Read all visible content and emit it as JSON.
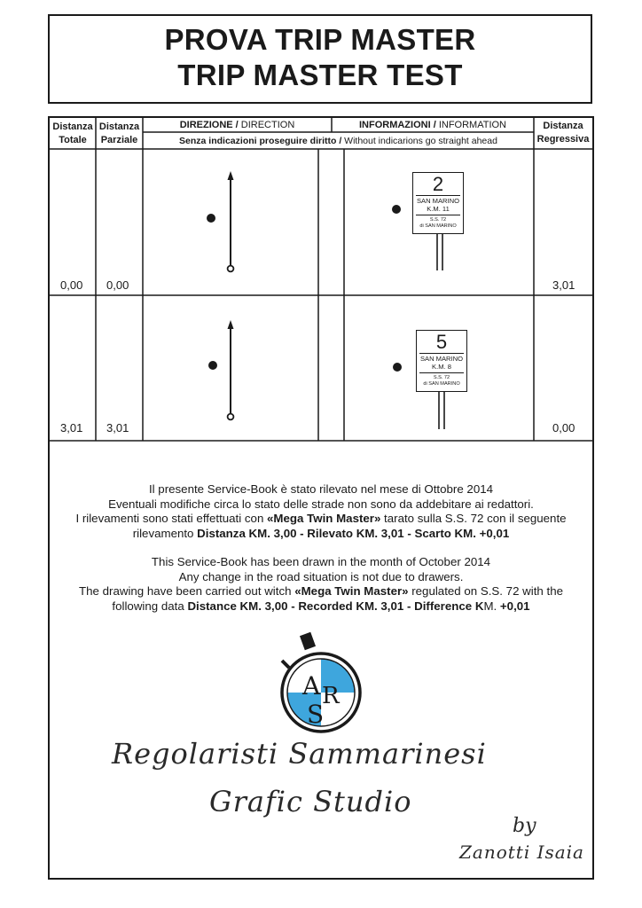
{
  "title": {
    "line1": "PROVA TRIP MASTER",
    "line2": "TRIP MASTER TEST"
  },
  "table_header": {
    "distanza_totale": [
      "Distanza",
      "Totale"
    ],
    "distanza_parziale": [
      "Distanza",
      "Parziale"
    ],
    "direzione_bold": "DIREZIONE /",
    "direzione_light": " DIRECTION",
    "informazioni_bold": "INFORMAZIONI /",
    "informazioni_light": " INFORMATION",
    "note_bold": "Senza indicazioni proseguire diritto /",
    "note_light": " Without indicarions go straight ahead",
    "distanza_regressiva": [
      "Distanza",
      "Regressiva"
    ]
  },
  "rows": [
    {
      "totale": "0,00",
      "parziale": "0,00",
      "regressiva": "3,01",
      "sign": {
        "number": "2",
        "line1": "SAN MARINO",
        "line2": "K.M. 11",
        "road1": "S.S. 72",
        "road2": "di SAN MARINO"
      }
    },
    {
      "totale": "3,01",
      "parziale": "3,01",
      "regressiva": "0,00",
      "sign": {
        "number": "5",
        "line1": "SAN MARINO",
        "line2": "K.M. 8",
        "road1": "S.S. 72",
        "road2": "di SAN MARINO"
      }
    }
  ],
  "notes_it": {
    "line1": "Il presente Service-Book è stato rilevato nel mese di Ottobre 2014",
    "line2": "Eventuali modifiche circa lo stato delle strade non sono da addebitare ai redattori.",
    "line3_a": "I rilevamenti sono stati effettuati con ",
    "line3_b": "«Mega Twin Master»",
    "line3_c": " tarato sulla S.S. 72 con il seguente",
    "line4_a": "rilevamento ",
    "line4_b": "Distanza KM. 3,00 - Rilevato KM. 3,01 - Scarto KM. +0,01"
  },
  "notes_en": {
    "line1": "This Service-Book has been drawn in the month of October 2014",
    "line2": "Any change in the road situation is not due to drawers.",
    "line3_a": "The drawing have been carried out witch ",
    "line3_b": "«Mega Twin Master»",
    "line3_c": " regulated on S.S. 72 with the",
    "line4_a": "following data ",
    "line4_b": "Distance KM. 3,00 - Recorded KM. 3,01 - Difference K",
    "line4_c": "M.",
    "line4_d": " +0,01"
  },
  "logo": {
    "letters": [
      "A",
      "R",
      "S"
    ]
  },
  "branding": {
    "line1": "Regolaristi Sammarinesi",
    "line2": "Grafic Studio",
    "by": "by",
    "author": "Zanotti Isaia"
  },
  "colors": {
    "ink": "#1a1a1a",
    "logo_blue": "#3ea6dd"
  }
}
